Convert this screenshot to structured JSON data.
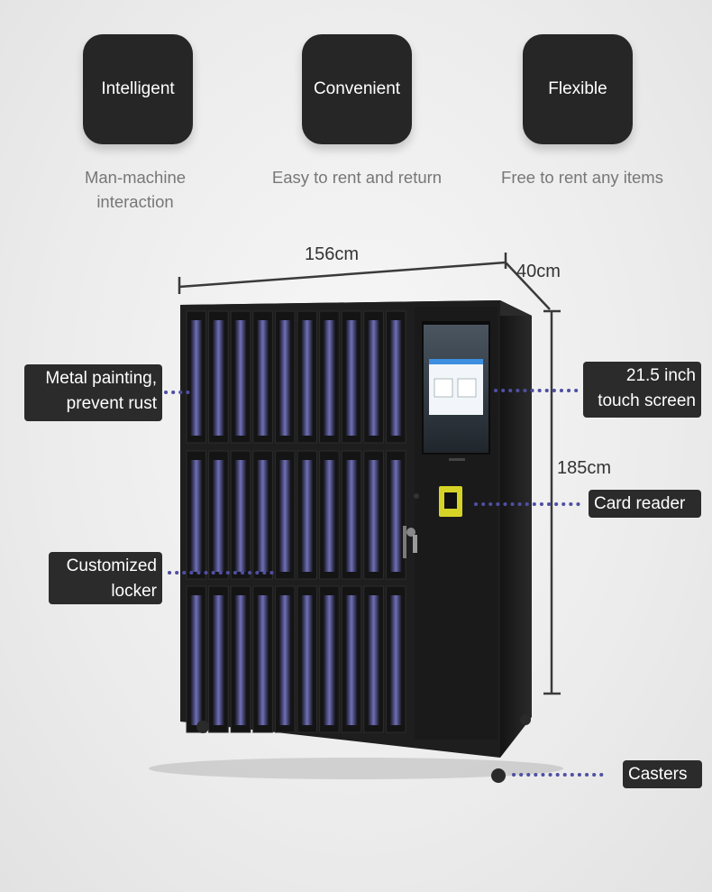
{
  "features": [
    {
      "title": "Intelligent",
      "desc_line1": "Man-machine",
      "desc_line2": "interaction"
    },
    {
      "title": "Convenient",
      "desc_line1": "Easy to rent and return",
      "desc_line2": ""
    },
    {
      "title": "Flexible",
      "desc_line1": "Free to rent any items",
      "desc_line2": ""
    }
  ],
  "dimensions": {
    "width": "156cm",
    "depth": "40cm",
    "height": "185cm"
  },
  "callouts": {
    "metal_line1": "Metal painting,",
    "metal_line2": "prevent rust",
    "locker_line1": "Customized",
    "locker_line2": "locker",
    "screen_line1": "21.5 inch",
    "screen_line2": "touch screen",
    "card_reader": "Card reader",
    "casters": "Casters"
  },
  "colors": {
    "tile": "#262626",
    "dotted_line": "#4f4fa3",
    "locker_body": "#1f1f1f",
    "door_glow": "#8d8df0"
  }
}
